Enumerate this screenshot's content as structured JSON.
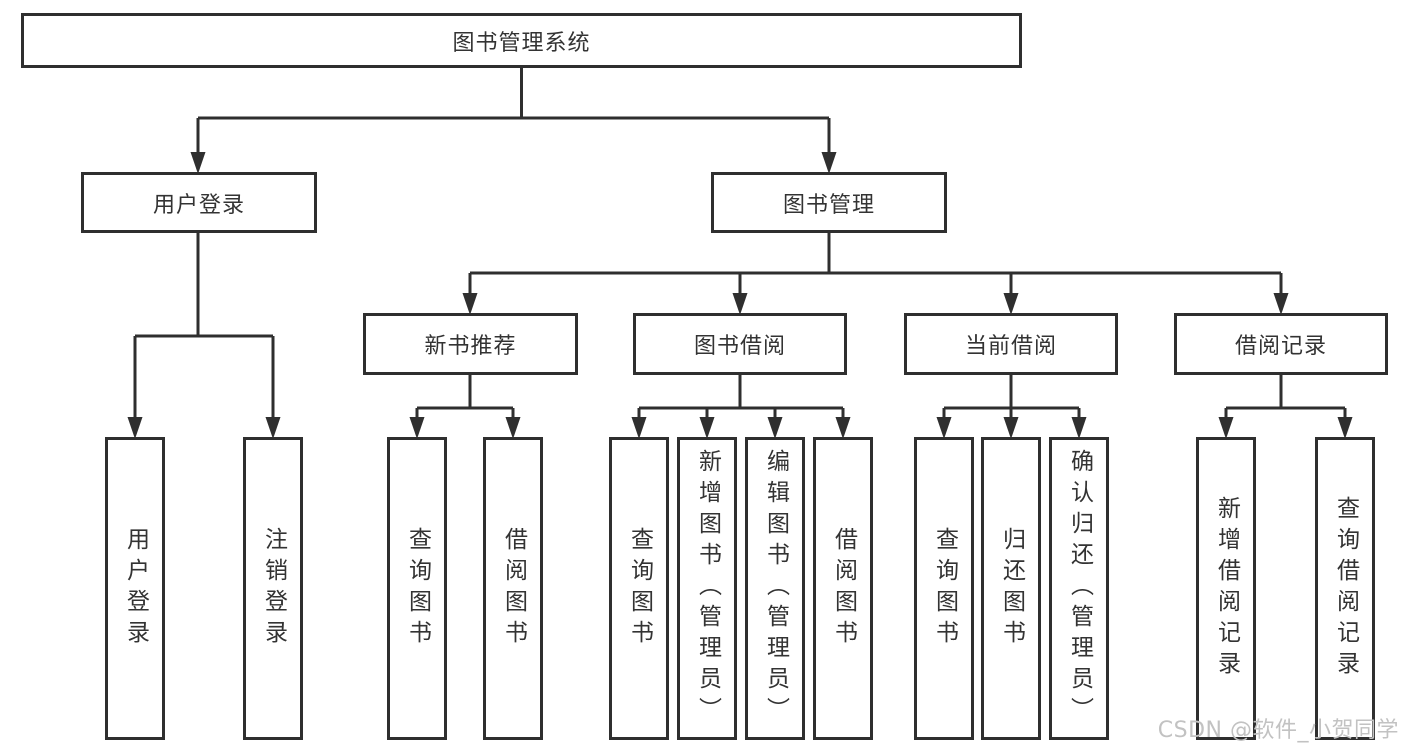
{
  "colors": {
    "line": "#2f2f2f",
    "box_border": "#2f2f2f",
    "text": "#333333",
    "watermark": "#c2c2c2",
    "background": "#ffffff"
  },
  "watermark": {
    "text": "CSDN @软件_小贺同学"
  },
  "tree": {
    "label": "图书管理系统",
    "children": [
      {
        "label": "用户登录",
        "children": [
          {
            "label": "用户登录"
          },
          {
            "label": "注销登录"
          }
        ]
      },
      {
        "label": "图书管理",
        "children": [
          {
            "label": "新书推荐",
            "children": [
              {
                "label": "查询图书"
              },
              {
                "label": "借阅图书"
              }
            ]
          },
          {
            "label": "图书借阅",
            "children": [
              {
                "label": "查询图书"
              },
              {
                "label": "新增图书（管理员）"
              },
              {
                "label": "编辑图书（管理员）"
              },
              {
                "label": "借阅图书"
              }
            ]
          },
          {
            "label": "当前借阅",
            "children": [
              {
                "label": "查询图书"
              },
              {
                "label": "归还图书"
              },
              {
                "label": "确认归还（管理员）"
              }
            ]
          },
          {
            "label": "借阅记录",
            "children": [
              {
                "label": "新增借阅记录"
              },
              {
                "label": "查询借阅记录"
              }
            ]
          }
        ]
      }
    ]
  }
}
